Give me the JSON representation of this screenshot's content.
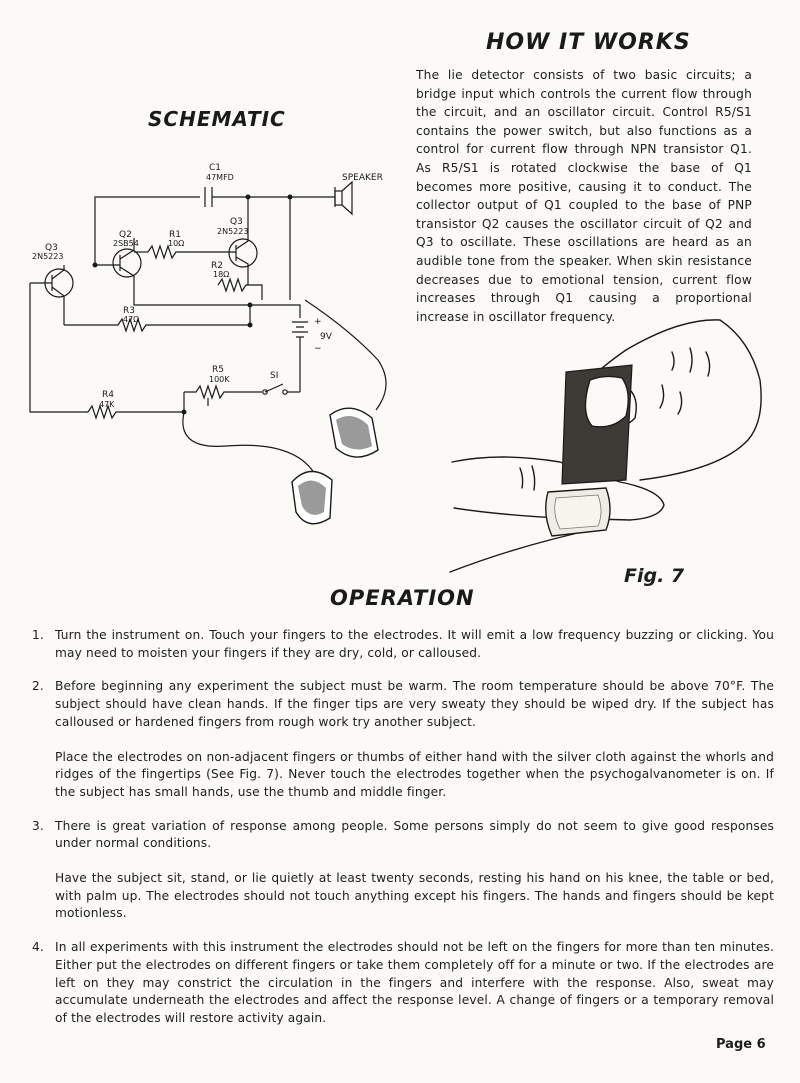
{
  "headings": {
    "how_it_works": "HOW IT WORKS",
    "schematic": "SCHEMATIC",
    "operation": "OPERATION"
  },
  "how_it_works_text": "The lie detector consists of two basic circuits; a bridge input which controls the current flow through the circuit, and an oscillator circuit. Control R5/S1 contains the power switch, but also functions as a control for current flow through NPN transistor Q1. As R5/S1 is rotated clockwise the base of Q1 becomes more positive, causing it to conduct. The collector output of Q1 coupled to the base of PNP transistor Q2 causes the oscillator circuit of Q2 and Q3 to oscillate. These oscillations are heard as an audible tone from the speaker. When skin resistance decreases due to emotional tension, current flow increases through Q1 causing a proportional increase in oscillator frequency.",
  "schematic_labels": {
    "c1": "C1",
    "c1_value": "47MFD",
    "speaker": "SPEAKER",
    "q3_left": "Q3",
    "q3_left_type": "2N5223",
    "q2": "Q2",
    "q2_type": "2SB54",
    "r1": "R1",
    "r1_value": "10Ω",
    "q3": "Q3",
    "q3_type": "2N5223",
    "r2": "R2",
    "r2_value": "18Ω",
    "r3": "R3",
    "r3_value": "47Ω",
    "battery": "9V",
    "plus": "+",
    "minus": "−",
    "r5": "R5",
    "r5_value": "100K",
    "s1": "SI",
    "r4": "R4",
    "r4_value": "47K"
  },
  "figure_label": "Fig. 7",
  "operation_items": [
    {
      "number": "1.",
      "paragraphs": [
        "Turn the instrument on. Touch your fingers to the electrodes. It will emit a low frequency buzzing or clicking. You may need to moisten your fingers if they are dry, cold, or calloused."
      ]
    },
    {
      "number": "2.",
      "paragraphs": [
        "Before beginning any experiment the subject must be warm. The room temperature should be above 70°F. The subject should have clean hands. If the finger tips are very sweaty they should be wiped dry. If the subject has calloused or hardened fingers from rough work try another subject.",
        "Place the electrodes on non-adjacent fingers or thumbs of either hand with the silver cloth against the whorls and ridges of the fingertips (See Fig. 7). Never touch the electrodes together when the psychogalvanometer is on. If the subject has small hands, use the thumb and middle finger."
      ]
    },
    {
      "number": "3.",
      "paragraphs": [
        "There is great variation of response among people. Some persons simply do not seem to give good responses under normal conditions.",
        "Have the subject sit, stand, or lie quietly at least twenty seconds, resting his hand on his knee, the table or bed, with palm up. The electrodes should not touch anything except his fingers. The hands and fingers should be kept motionless."
      ]
    },
    {
      "number": "4.",
      "paragraphs": [
        "In all experiments with this instrument the electrodes should not be left on the fingers for more than ten minutes. Either put the electrodes on different fingers or take them completely off for a minute or two. If the electrodes are left on they may constrict the circulation in the fingers and interfere with the response. Also, sweat may accumulate underneath the electrodes and affect the response level. A change of fingers or a temporary removal of the electrodes will restore activity again."
      ]
    }
  ],
  "page_number": "Page 6"
}
